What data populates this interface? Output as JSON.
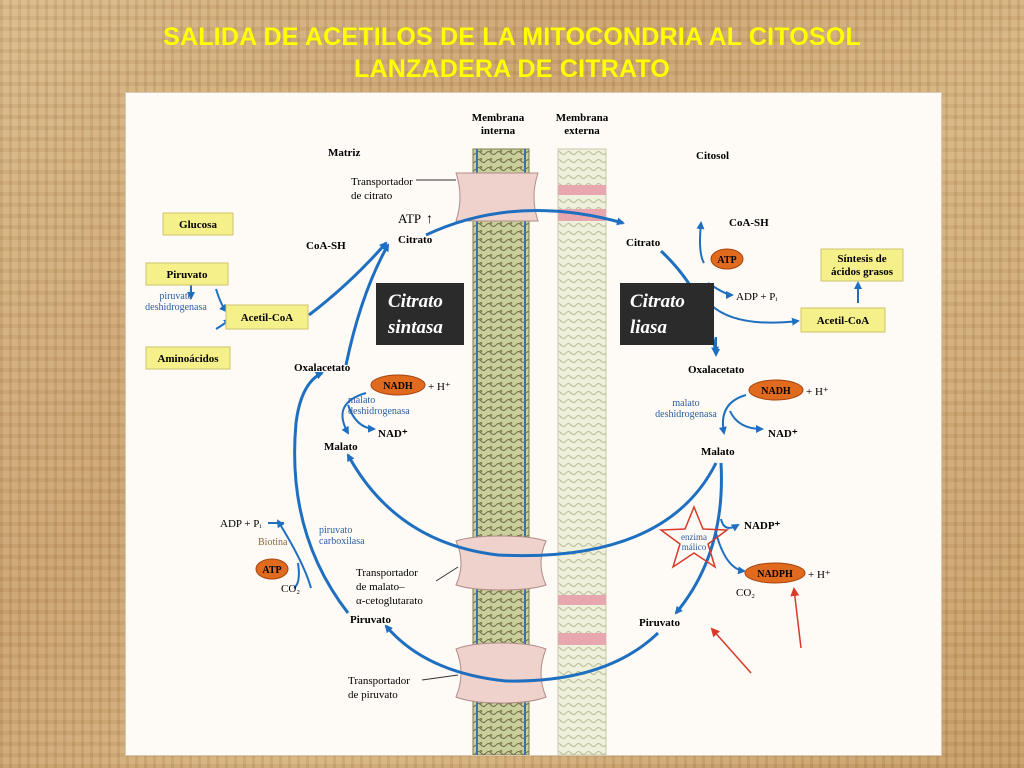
{
  "title": {
    "line1": "SALIDA DE ACETILOS DE LA MITOCONDRIA AL CITOSOL",
    "line2": "LANZADERA DE CITRATO"
  },
  "regions": {
    "matrix": "Matriz",
    "cytosol": "Citosol",
    "inner_membrane": [
      "Membrana",
      "interna"
    ],
    "outer_membrane": [
      "Membrana",
      "externa"
    ]
  },
  "matrix": {
    "glucose": "Glucosa",
    "pyruvate_top": "Piruvato",
    "pdh": [
      "piruvato",
      "deshidrogenasa"
    ],
    "amino_acids": "Aminoácidos",
    "acetyl_coa": "Acetil-CoA",
    "coash": "CoA-SH",
    "citrate": "Citrato",
    "atp_label": "ATP",
    "citrate_transporter": [
      "Transportador",
      "de citrato"
    ],
    "oxaloacetate": "Oxalacetato",
    "nadh": "NADH",
    "h_plus": "+ H⁺",
    "mdh": [
      "malato",
      "deshidrogenasa"
    ],
    "nad_plus": "NAD⁺",
    "malate": "Malato",
    "adp_pi": "ADP + Pᵢ",
    "biotin": "Biotina",
    "pc": [
      "piruvato",
      "carboxilasa"
    ],
    "atp": "ATP",
    "co2": "CO₂",
    "malate_transporter": [
      "Transportador",
      "de malato–",
      "α-cetoglutarato"
    ],
    "pyruvate_bottom": "Piruvato",
    "pyruvate_transporter": [
      "Transportador",
      "de piruvato"
    ]
  },
  "cytosol": {
    "coash": "CoA-SH",
    "atp": "ATP",
    "citrate": "Citrato",
    "adp_pi": "ADP + Pᵢ",
    "fa_synthesis": [
      "Síntesis de",
      "ácidos grasos"
    ],
    "acetyl_coa": "Acetil-CoA",
    "oxaloacetate": "Oxalacetato",
    "nadh": "NADH",
    "h_plus": "+ H⁺",
    "mdh": [
      "malato",
      "deshidrogenasa"
    ],
    "nad_plus": "NAD⁺",
    "malate": "Malato",
    "nadp_plus": "NADP⁺",
    "malic_enzyme": [
      "enzima",
      "málico"
    ],
    "nadph": "NADPH",
    "h_plus2": "+ H⁺",
    "co2": "CO₂",
    "pyruvate": "Piruvato"
  },
  "enzyme_boxes": {
    "citrate_synthase": [
      "Citrato",
      "sintasa"
    ],
    "citrate_lyase": [
      "Citrato",
      "liasa"
    ]
  },
  "colors": {
    "title": "#ffff00",
    "arrow_blue": "#1f6fc0",
    "metabolite_box": "#f6f08a",
    "cofactor_oval": "#e06a1e",
    "transporter": "#f0d2cc",
    "enzyme_box": "#2b2b2b",
    "annotation_red": "#d83a2a"
  }
}
